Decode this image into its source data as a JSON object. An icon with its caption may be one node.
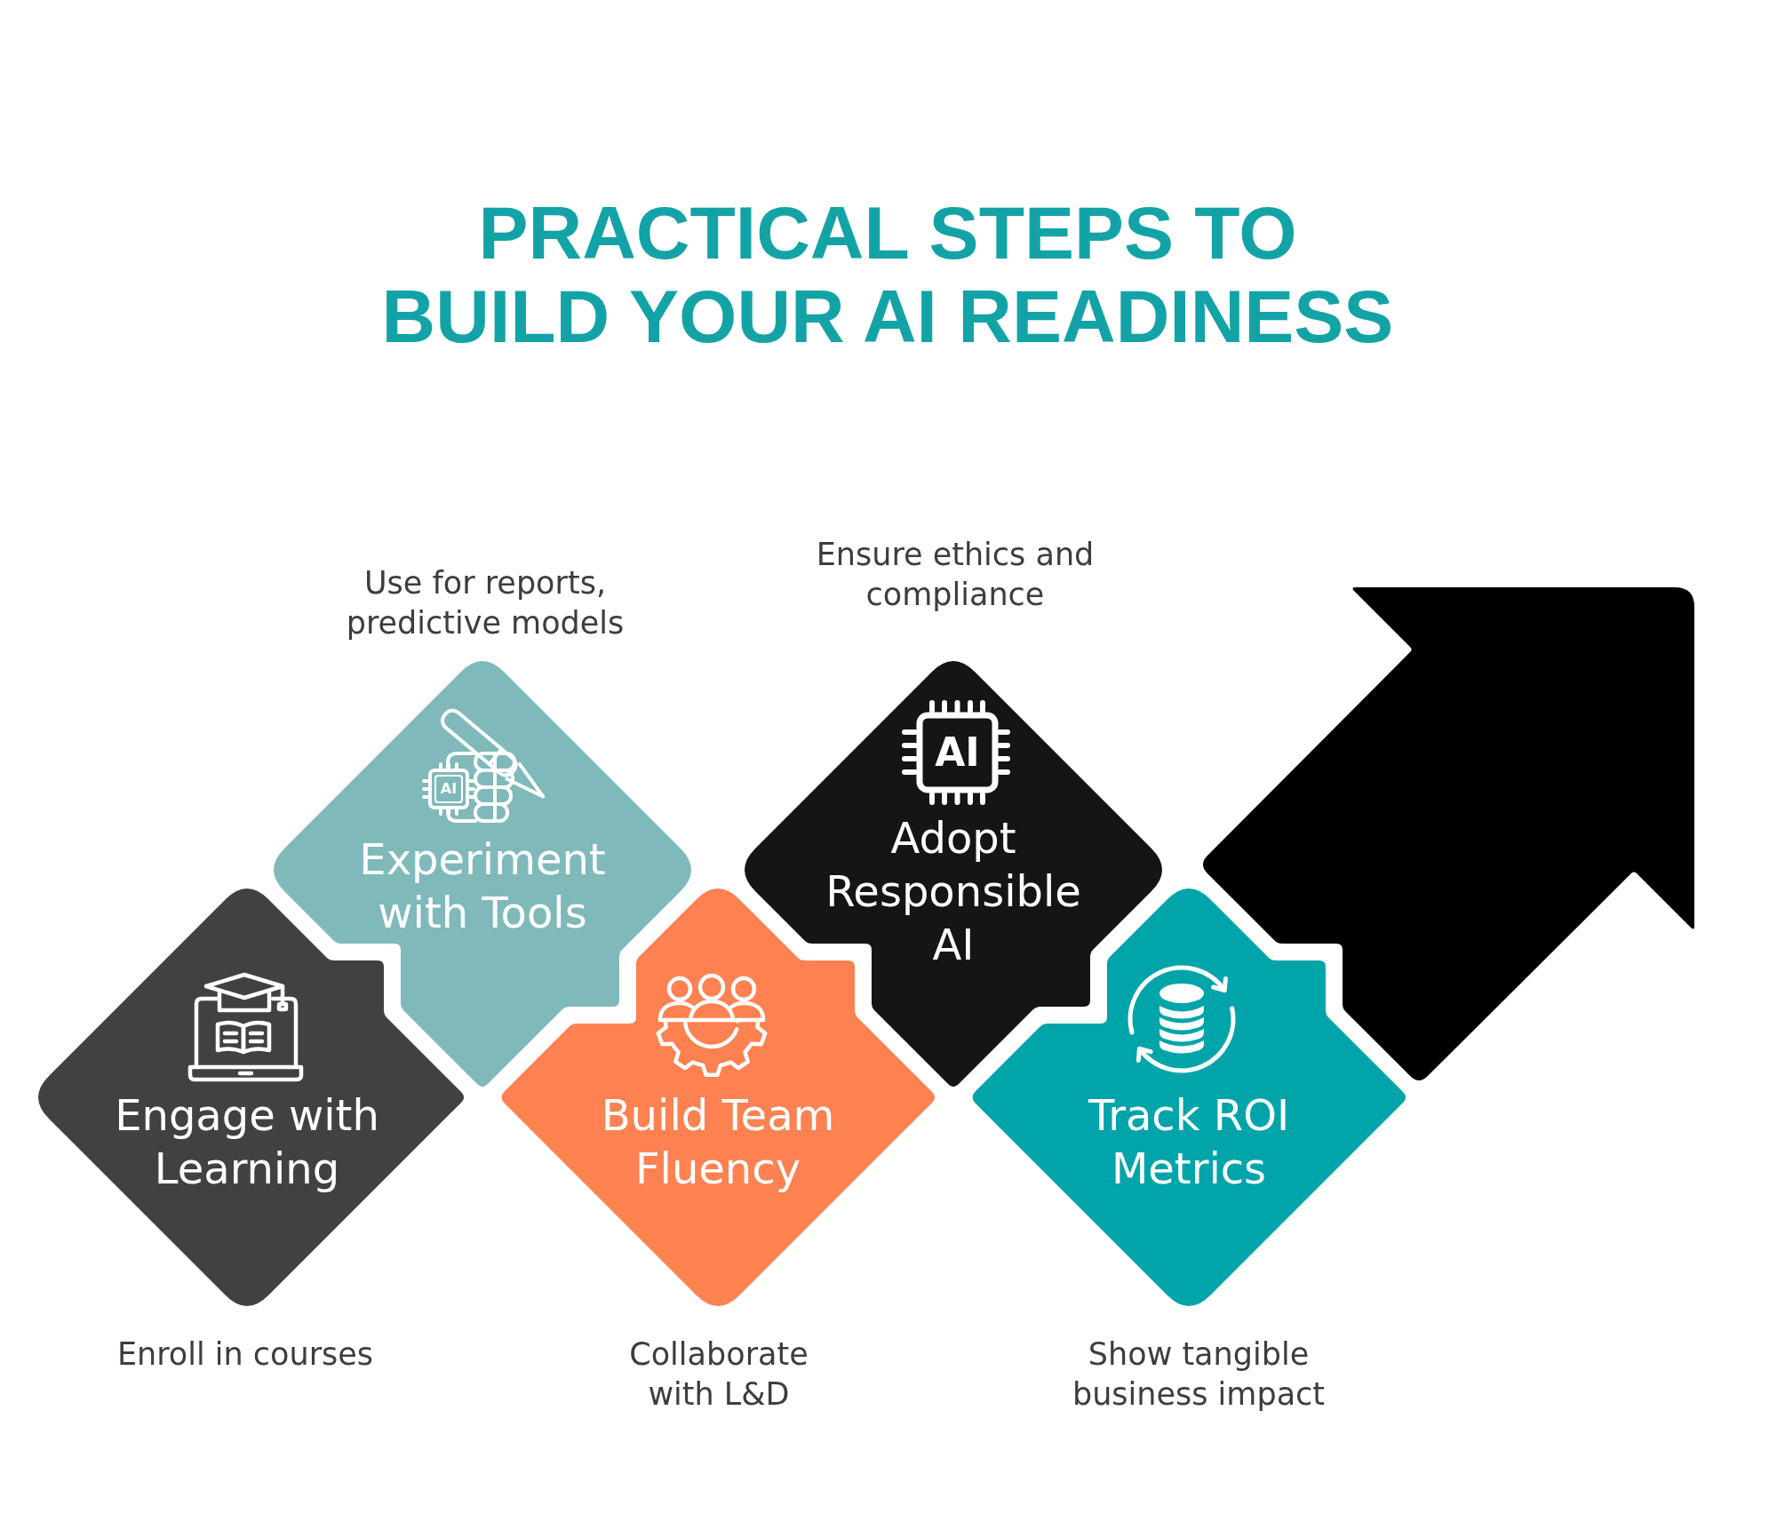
{
  "diagram": {
    "title": "PRACTICAL STEPS TO BUILD YOUR AI READINESS",
    "nodes": [
      {
        "text": [
          "Engage with Learning"
        ],
        "beside": [
          "Enroll in courses"
        ]
      },
      {
        "text": [
          "Experiment with Tools"
        ],
        "beside": [
          "Use for reports, predictive models"
        ]
      },
      {
        "text": [
          "Build Team Fluency"
        ],
        "beside": [
          "Collaborate with L&D"
        ]
      },
      {
        "text": [
          "Adopt Responsible AI"
        ],
        "beside": [
          "Ensure ethics and compliance"
        ]
      },
      {
        "text": [
          "Track ROI Metrics"
        ],
        "beside": [
          "Show tangible business impact"
        ]
      }
    ],
    "labels": [
      "AI",
      "AI"
    ]
  }
}
